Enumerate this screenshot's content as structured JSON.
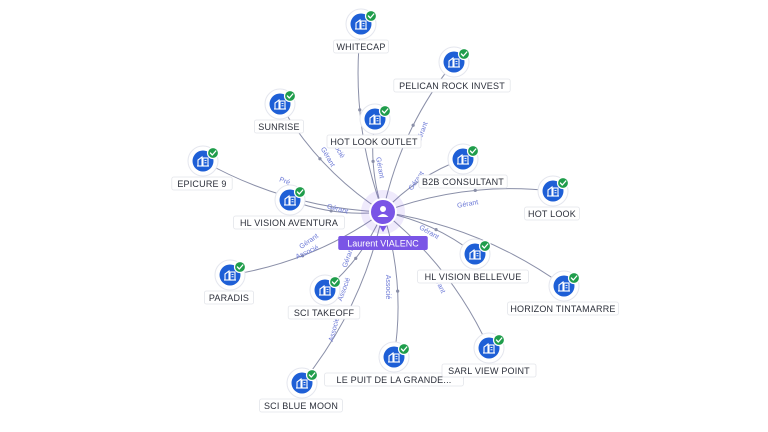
{
  "center": {
    "label": "Laurent VIALENC",
    "icon": "person-icon",
    "color": "#7a55e6"
  },
  "nodes": [
    {
      "id": "whitecap",
      "label": "WHITECAP",
      "icon": "building-icon",
      "verified": true
    },
    {
      "id": "pelican",
      "label": "PELICAN ROCK INVEST",
      "icon": "building-icon",
      "verified": true
    },
    {
      "id": "sunrise",
      "label": "SUNRISE",
      "icon": "building-icon",
      "verified": true
    },
    {
      "id": "hotlookoutlet",
      "label": "HOT LOOK OUTLET",
      "icon": "building-icon",
      "verified": true
    },
    {
      "id": "epicure",
      "label": "EPICURE 9",
      "icon": "building-icon",
      "verified": true
    },
    {
      "id": "b2b",
      "label": "B2B CONSULTANT",
      "icon": "building-icon",
      "verified": true
    },
    {
      "id": "hotlook",
      "label": "HOT LOOK",
      "icon": "building-icon",
      "verified": true
    },
    {
      "id": "aventura",
      "label": "HL VISION AVENTURA",
      "icon": "building-icon",
      "verified": true
    },
    {
      "id": "bellevue",
      "label": "HL VISION BELLEVUE",
      "icon": "building-icon",
      "verified": true
    },
    {
      "id": "paradis",
      "label": "PARADIS",
      "icon": "building-icon",
      "verified": true
    },
    {
      "id": "horizon",
      "label": "HORIZON TINTAMARRE",
      "icon": "building-icon",
      "verified": true
    },
    {
      "id": "takeoff",
      "label": "SCI TAKEOFF",
      "icon": "building-icon",
      "verified": true
    },
    {
      "id": "puit",
      "label": "LE PUIT DE LA GRANDE...",
      "icon": "building-icon",
      "verified": true
    },
    {
      "id": "viewpoint",
      "label": "SARL VIEW POINT",
      "icon": "building-icon",
      "verified": true
    },
    {
      "id": "bluemoon",
      "label": "SCI BLUE MOON",
      "icon": "building-icon",
      "verified": true
    }
  ],
  "edge_labels": [
    {
      "node": "hotlookoutlet",
      "text": "Gérant"
    },
    {
      "node": "sunrise",
      "text": "Gérant"
    },
    {
      "node": "sunrise",
      "text": "Associé"
    },
    {
      "node": "pelican",
      "text": "Gérant"
    },
    {
      "node": "epicure",
      "text": "Pré"
    },
    {
      "node": "aventura",
      "text": "Gérant"
    },
    {
      "node": "b2b",
      "text": "Gérant"
    },
    {
      "node": "hotlook",
      "text": "Gérant"
    },
    {
      "node": "bellevue",
      "text": "Gérant"
    },
    {
      "node": "paradis",
      "text": "Gérant"
    },
    {
      "node": "paradis",
      "text": "Associé"
    },
    {
      "node": "takeoff",
      "text": "Gérant"
    },
    {
      "node": "takeoff",
      "text": "Associé"
    },
    {
      "node": "puit",
      "text": "Associé"
    },
    {
      "node": "viewpoint",
      "text": "Gérant"
    },
    {
      "node": "bluemoon",
      "text": "Associé"
    }
  ],
  "colors": {
    "node": "#1e5fd6",
    "check": "#1f9d4b",
    "edge": "#8a8fa8",
    "edge_label": "#6b78d6"
  }
}
